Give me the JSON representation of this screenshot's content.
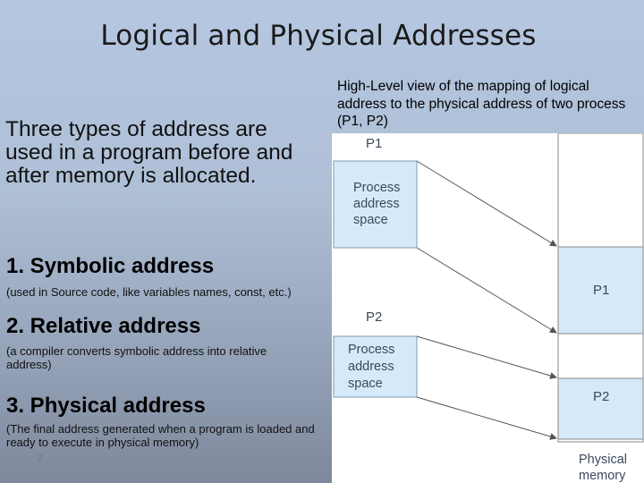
{
  "slide": {
    "title": "Logical and Physical Addresses",
    "intro": "Three types of address are used in a program before and after memory is allocated.",
    "items": [
      {
        "heading": "1.  Symbolic address",
        "note": "(used in Source code, like variables names, const, etc.)"
      },
      {
        "heading": "2. Relative address",
        "note": "(a compiler converts symbolic address into relative address)"
      },
      {
        "heading": "3. Physical address",
        "note": "(The final address generated when a program is loaded and ready to execute in physical memory)"
      }
    ],
    "slide_number": "7"
  },
  "figure": {
    "caption": "High-Level view of the mapping of logical address to the physical address of two process (P1, P2)",
    "process1_label": "P1",
    "process2_label": "P2",
    "process_box_line1": "Process",
    "process_box_line2": "address",
    "process_box_line3": "space",
    "memory_p1_label": "P1",
    "memory_p2_label": "P2",
    "memory_label_line1": "Physical",
    "memory_label_line2": "memory",
    "colors": {
      "box_fill": "#d5eaf8",
      "box_stroke": "#7f9aaa",
      "memory_stroke": "#8a8a8a",
      "label_text": "#3a4a5a"
    }
  }
}
